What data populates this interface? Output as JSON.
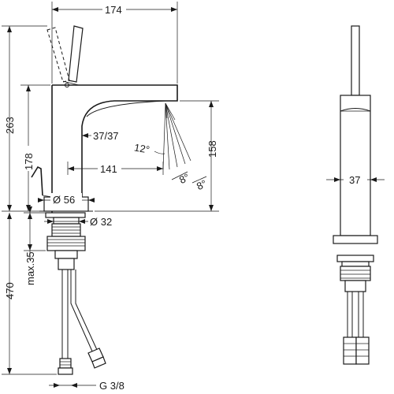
{
  "dimensions": {
    "width_174": "174",
    "height_263": "263",
    "height_178": "178",
    "angle_37_37": "37/37",
    "height_158": "158",
    "angle_12": "12°",
    "depth_141": "141",
    "angle_8a": "8°",
    "angle_8b": "8°",
    "diameter_56": "Ø 56",
    "diameter_32": "Ø 32",
    "max_35": "max.35",
    "height_470": "470",
    "thread": "G 3/8",
    "body_37": "37"
  }
}
